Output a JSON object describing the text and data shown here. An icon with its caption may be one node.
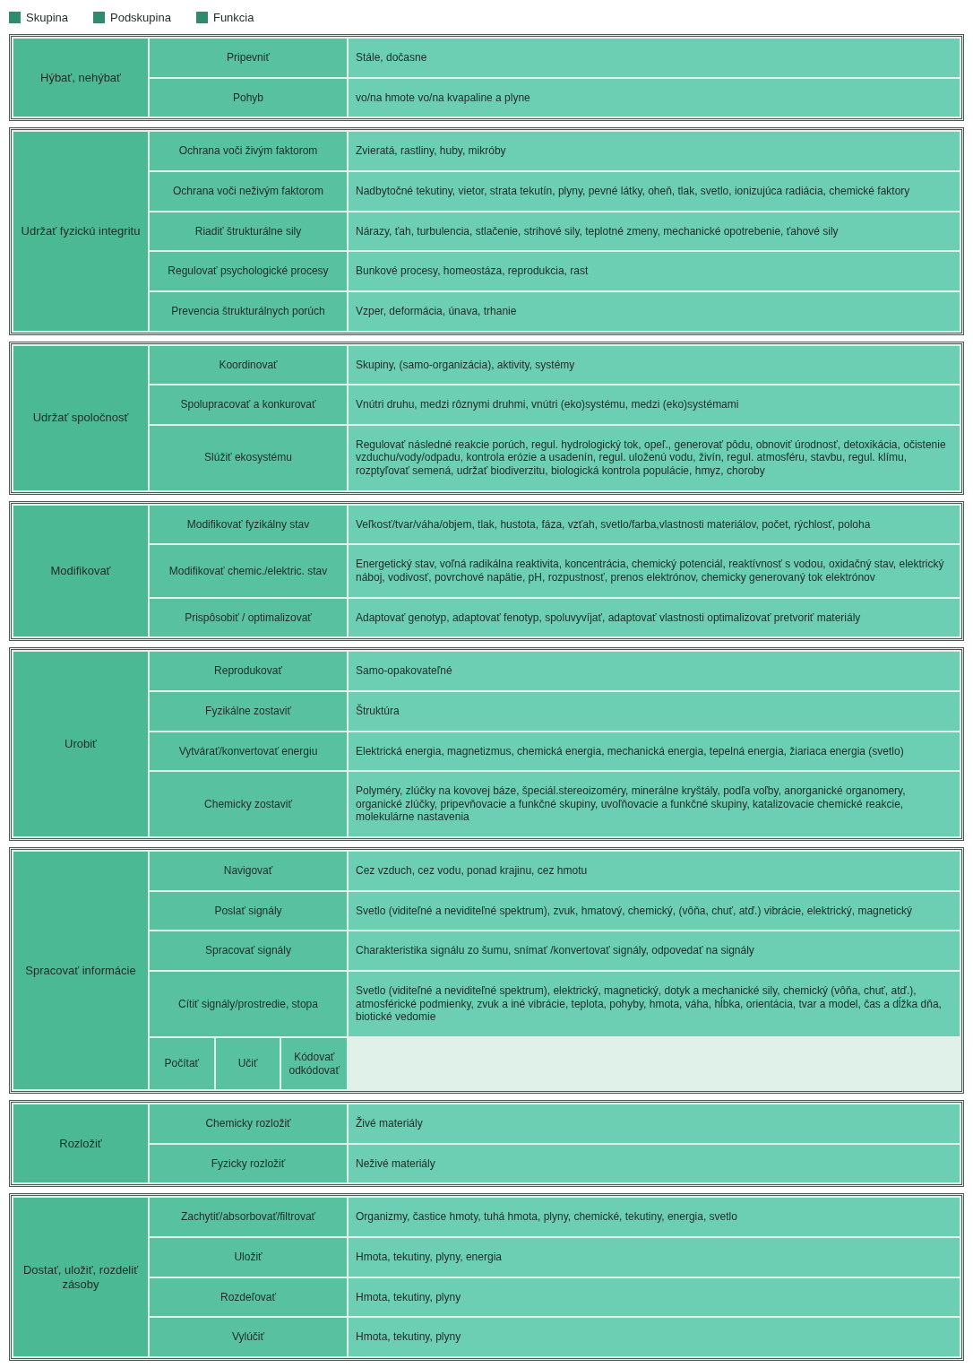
{
  "diagram": {
    "nodes": [
      {
        "text": [
          "Hýbať, nehýbať"
        ]
      },
      {
        "text": [
          "Pripevniť"
        ]
      },
      {
        "text": [
          "Stále, dočasne"
        ]
      },
      {
        "text": [
          "Pohyb"
        ]
      },
      {
        "text": [
          "vo/na hmote vo/na kvapaline a plyne"
        ]
      },
      {
        "text": [
          "Udržať fyzickú integritu"
        ]
      },
      {
        "text": [
          "Ochrana voči živým faktorom"
        ]
      },
      {
        "text": [
          "Zvieratá, rastliny, huby, mikróby"
        ]
      },
      {
        "text": [
          "Ochrana voči neživým faktorom"
        ]
      },
      {
        "text": [
          "Nadbytočné tekutiny, vietor, strata tekutín, plyny, pevné látky, oheň, tlak, svetlo, ionizujúca radiácia, chemické faktory"
        ]
      },
      {
        "text": [
          "Riadiť štrukturálne sily"
        ]
      },
      {
        "text": [
          "Nárazy, ťah, turbulencia, stlačenie, strihové sily, teplotné zmeny, mechanické opotrebenie, ťahové sily"
        ]
      },
      {
        "text": [
          "Regulovať psychologické procesy"
        ]
      },
      {
        "text": [
          "Bunkové procesy, homeostáza, reprodukcia, rast"
        ]
      },
      {
        "text": [
          "Prevencia štrukturálnych porúch"
        ]
      },
      {
        "text": [
          "Vzper, deformácia, únava, trhanie"
        ]
      },
      {
        "text": [
          "Udržať spoločnosť"
        ]
      },
      {
        "text": [
          "Koordinovať"
        ]
      },
      {
        "text": [
          "Skupiny, (samo-organizácia), aktivity, systémy"
        ]
      },
      {
        "text": [
          "Spolupracovať a konkurovať"
        ]
      },
      {
        "text": [
          "Vnútri druhu, medzi rôznymi druhmi, vnútri (eko)systému, medzi (eko)systémami"
        ]
      },
      {
        "text": [
          "Slúžiť ekosystému"
        ]
      },
      {
        "text": [
          "Regulovať následné reakcie porúch, regul. hydrologický tok, opeľ., generovať pôdu, obnoviť úrodnosť, detoxikácia, očistenie vzduchu/vody/odpadu, kontrola erózie a usadenín, regul. uloženú vodu, živín, regul. atmosféru, stavbu, regul. klímu, rozptyľovať semená, udržať biodiverzitu, biologická kontrola populácie, hmyz, choroby"
        ]
      },
      {
        "text": [
          "Modifikovať"
        ]
      },
      {
        "text": [
          "Modifikovať fyzikálny stav"
        ]
      },
      {
        "text": [
          "Veľkosť/tvar/váha/objem, tlak, hustota, fáza, vzťah, svetlo/farba,vlastnosti materiálov, počet, rýchlosť, poloha"
        ]
      },
      {
        "text": [
          "Modifikovať chemic./elektric. stav"
        ]
      },
      {
        "text": [
          "Energetický stav, voľná radikálna reaktivita, koncentrácia, chemický potenciál, reaktívnosť s vodou, oxidačný stav, elektrický náboj, vodivosť, povrchové napätie, pH, rozpustnosť, prenos elektrónov, chemicky generovaný tok elektrónov"
        ]
      },
      {
        "text": [
          "Prispôsobiť / optimalizovať"
        ]
      },
      {
        "text": [
          "Adaptovať genotyp, adaptovať fenotyp, spoluvyvíjať, adaptovať vlastnosti optimalizovať pretvoriť materiály"
        ]
      },
      {
        "text": [
          "Urobiť"
        ]
      },
      {
        "text": [
          "Reprodukovať"
        ]
      },
      {
        "text": [
          "Samo-opakovateľné"
        ]
      },
      {
        "text": [
          "Fyzikálne zostaviť"
        ]
      },
      {
        "text": [
          "Štruktúra"
        ]
      },
      {
        "text": [
          "Vytvárať/konvertovať energiu"
        ]
      },
      {
        "text": [
          "Elektrická energia, magnetizmus, chemická energia, mechanická energia, tepelná energia, žiariaca energia (svetlo)"
        ]
      },
      {
        "text": [
          "Chemicky zostaviť"
        ]
      },
      {
        "text": [
          "Polyméry, zlúčky na kovovej báze, špeciál.stereoizoméry, minerálne kryštály, podľa voľby, anorganické organomery, organické zlúčky, pripevňovacie a funkčné skupiny, uvoľňovacie a funkčné skupiny, katalizovacie chemické reakcie, molekulárne nastavenia"
        ]
      },
      {
        "text": [
          "Spracovať informácie"
        ]
      },
      {
        "text": [
          "Navigovať"
        ]
      },
      {
        "text": [
          "Cez vzduch, cez vodu, ponad krajinu, cez hmotu"
        ]
      },
      {
        "text": [
          "Poslať signály"
        ]
      },
      {
        "text": [
          "Svetlo (viditeľné a neviditeľné spektrum), zvuk, hmatový, chemický, (vôňa, chuť, atď.) vibrácie, elektrický, magnetický"
        ]
      },
      {
        "text": [
          "Spracovať signály"
        ]
      },
      {
        "text": [
          "Charakteristika signálu zo šumu, snímať /konvertovať signály, odpovedať na signály"
        ]
      },
      {
        "text": [
          "Cítiť signály/prostredie, stopa"
        ]
      },
      {
        "text": [
          "Svetlo (viditeľné a neviditeľné spektrum), elektrický, magnetický, dotyk a mechanické sily, chemický (vôňa, chuť, atď.), atmosférické podmienky, zvuk a iné vibrácie, teplota, pohyby, hmota, váha, hĺbka, orientácia, tvar a model, čas a dĺžka dňa, biotické vedomie"
        ]
      },
      {
        "text": [
          "Počítať"
        ]
      },
      {
        "text": [
          "Učiť"
        ]
      },
      {
        "text": [
          "Kódovať odkódovať"
        ]
      },
      {
        "text": [
          "Rozložiť"
        ]
      },
      {
        "text": [
          "Chemicky rozložiť"
        ]
      },
      {
        "text": [
          "Živé materiály"
        ]
      },
      {
        "text": [
          "Fyzicky rozložiť"
        ]
      },
      {
        "text": [
          "Neživé materiály"
        ]
      },
      {
        "text": [
          "Dostať, uložiť, rozdeliť zásoby"
        ]
      },
      {
        "text": [
          "Zachytiť/absorbovať/filtrovať"
        ]
      },
      {
        "text": [
          "Organizmy, častice hmoty, tuhá hmota, plyny, chemické, tekutiny, energia, svetlo"
        ]
      },
      {
        "text": [
          "Uložiť"
        ]
      },
      {
        "text": [
          "Hmota, tekutiny, plyny, energia"
        ]
      },
      {
        "text": [
          "Rozdeľovať"
        ]
      },
      {
        "text": [
          "Hmota, tekutiny, plyny"
        ]
      },
      {
        "text": [
          "Vylúčiť"
        ]
      },
      {
        "text": [
          "Hmota, tekutiny, plyny"
        ]
      }
    ],
    "legend": [
      {
        "text": "Skupina",
        "color": "#2e8b6b"
      },
      {
        "text": "Podskupina",
        "color": "#2e8b6b"
      },
      {
        "text": "Funkcia",
        "color": "#2e8b6b"
      }
    ]
  }
}
